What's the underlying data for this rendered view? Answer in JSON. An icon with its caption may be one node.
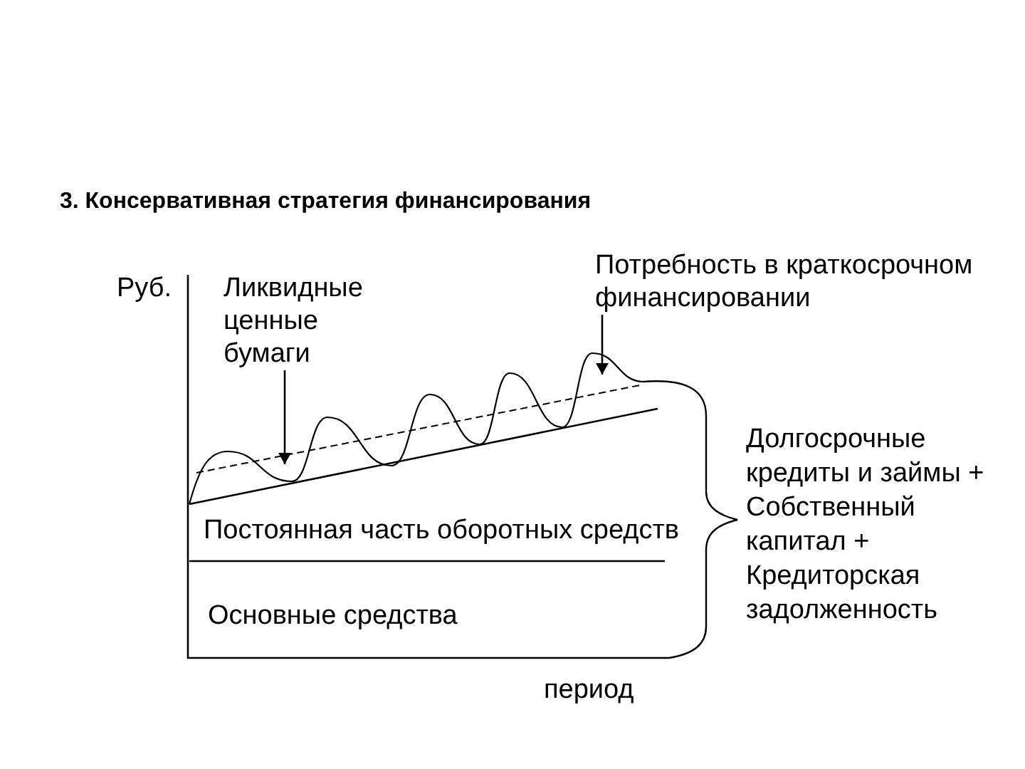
{
  "diagram": {
    "title": "3. Консервативная стратегия финансирования",
    "nodes": [
      {
        "text": [
          "Ликвидные ценные бумаги"
        ]
      },
      {
        "text": [
          "Потребность в краткосрочном финансировании"
        ]
      }
    ],
    "edges": [
      {
        "from": 0,
        "to": null,
        "arrow": "to"
      },
      {
        "from": 1,
        "to": null,
        "arrow": "to"
      }
    ],
    "labels": [
      "Руб.",
      "Постоянная часть оборотных средств",
      "Долгосрочные кредиты и займы + Собственный капитал + Кредиторская задолженность",
      "Основные средства",
      "период"
    ]
  }
}
